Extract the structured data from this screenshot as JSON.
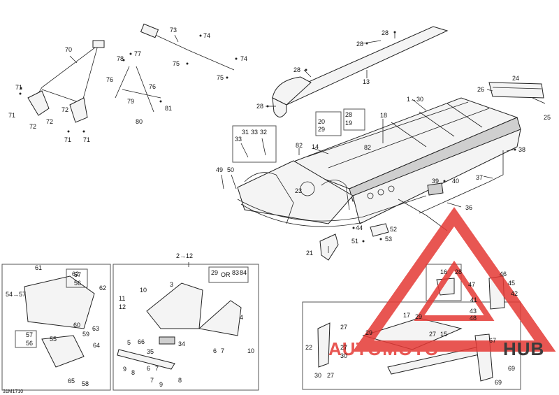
{
  "drawing_code": "31M1710",
  "separators": {
    "or": "OR"
  },
  "watermark": {
    "part1": "AUTOMOTO",
    "part2": "HUB",
    "accent": "#e53935",
    "dark": "#1a1a1a"
  },
  "callouts": {
    "c1_30": "1→30",
    "c2_12": "2→12",
    "c3": "3",
    "c4": "4",
    "c5": "5",
    "c6a": "6",
    "c6b": "6",
    "c7a": "7",
    "c7b": "7",
    "c7c": "7",
    "c8a": "8",
    "c8b": "8",
    "c9a": "9",
    "c9b": "9",
    "c10a": "10",
    "c10b": "10",
    "c11": "11",
    "c12": "12",
    "c13": "13",
    "c14": "14",
    "c15": "15",
    "c16": "16",
    "c17": "17",
    "c18": "18",
    "c19": "19",
    "c20": "20",
    "c21": "21",
    "c22": "22",
    "c23": "23",
    "c24": "24",
    "c25": "25",
    "c26": "26",
    "c27a": "27",
    "c27b": "27",
    "c27c": "27",
    "c27d": "27",
    "c28a": "28",
    "c28b": "28",
    "c28c": "28",
    "c28d": "28",
    "c28e": "28",
    "c28f": "28",
    "c29a": "29",
    "c29b": "29",
    "c29c": "29",
    "c29d": "29",
    "c30a": "30",
    "c30b": "30",
    "c31": "31",
    "c32": "32",
    "c33a": "33",
    "c33b": "33",
    "c34": "34",
    "c35": "35",
    "c36": "36",
    "c37": "37",
    "c38": "38",
    "c39": "39",
    "c40": "40",
    "c41": "41",
    "c42": "42",
    "c43": "43",
    "c44": "44",
    "c45": "45",
    "c46": "46",
    "c47": "47",
    "c48": "48",
    "c49": "49",
    "c50": "50",
    "c51": "51",
    "c52": "52",
    "c53": "53",
    "c54_57": "54→57",
    "c55": "55",
    "c56a": "56",
    "c56b": "56",
    "c57a": "57",
    "c57b": "57",
    "c58": "58",
    "c59": "59",
    "c60": "60",
    "c61": "61",
    "c62a": "62",
    "c62b": "62",
    "c63": "63",
    "c64": "64",
    "c65": "65",
    "c66": "66",
    "c67": "67",
    "c69a": "69",
    "c69b": "69",
    "c70": "70",
    "c71a": "71",
    "c71b": "71",
    "c71c": "71",
    "c71d": "71",
    "c72a": "72",
    "c72b": "72",
    "c72c": "72",
    "c73": "73",
    "c74a": "74",
    "c74b": "74",
    "c75a": "75",
    "c75b": "75",
    "c76a": "76",
    "c76b": "76",
    "c77": "77",
    "c78": "78",
    "c79": "79",
    "c80": "80",
    "c81": "81",
    "c82a": "82",
    "c82b": "82",
    "c83": "83",
    "c84": "84"
  }
}
